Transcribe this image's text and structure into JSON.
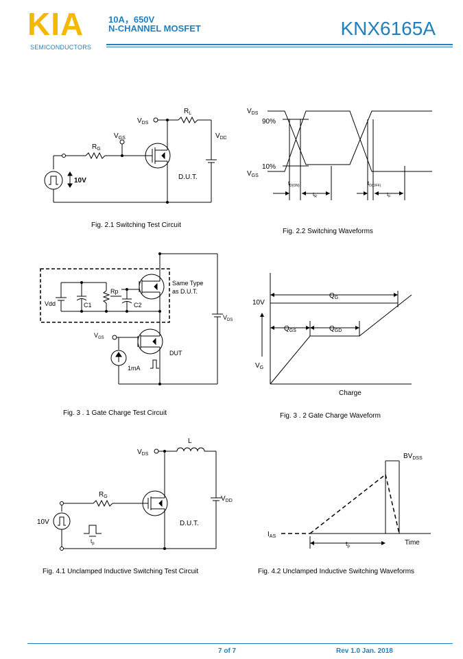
{
  "header": {
    "logo": "KIA",
    "logo_sub": "SEMICONDUCTORS",
    "line1": "10A，650V",
    "line2": "N-CHANNEL MOSFET",
    "part_number": "KNX6165A"
  },
  "figures": {
    "f21": {
      "caption": "Fig. 2.1 Switching Test Circuit",
      "vds": "V",
      "vds_sub": "DS",
      "rl": "R",
      "rl_sub": "L",
      "vdd": "V",
      "vdd_sub": "DD",
      "vgs": "V",
      "vgs_sub": "GS",
      "rg": "R",
      "rg_sub": "G",
      "v10": "10V",
      "dut": "D.U.T."
    },
    "f22": {
      "caption": "Fig. 2.2 Switching Waveforms",
      "vds": "V",
      "vds_sub": "DS",
      "p90": "90%",
      "p10": "10%",
      "vgs": "V",
      "vgs_sub": "GS",
      "tdon": "t",
      "tdon_sub": "D(ON)",
      "tr": "t",
      "tr_sub": "R",
      "tdoff": "t",
      "tdoff_sub": "D(OFF)",
      "tf": "t",
      "tf_sub": "F"
    },
    "f31": {
      "caption": "Fig. 3 . 1 Gate Charge Test Circuit",
      "vdd": "Vdd",
      "c1": "C1",
      "rp": "Rp",
      "c2": "C2",
      "same1": "Same Type",
      "same2": "as D.U.T.",
      "vds": "V",
      "vds_sub": "DS",
      "vgs": "V",
      "vgs_sub": "GS",
      "dut": "DUT",
      "ma": "1mA"
    },
    "f32": {
      "caption": "Fig. 3 . 2 Gate Charge Waveform",
      "v10": "10V",
      "qg": "Q",
      "qg_sub": "G",
      "qgs": "Q",
      "qgs_sub": "GS",
      "qgd": "Q",
      "qgd_sub": "GD",
      "vg": "V",
      "vg_sub": "G",
      "xlabel": "Charge"
    },
    "f41": {
      "caption": "Fig. 4.1 Unclamped Inductive Switching Test Circuit",
      "vds": "V",
      "vds_sub": "DS",
      "l": "L",
      "vdd": "V",
      "vdd_sub": "DD",
      "rg": "R",
      "rg_sub": "G",
      "v10": "10V",
      "dut": "D.U.T.",
      "tp": "t",
      "tp_sub": "p"
    },
    "f42": {
      "caption": "Fig. 4.2 Unclamped Inductive Switching Waveforms",
      "bv": "BV",
      "bv_sub": "DSS",
      "ias": "I",
      "ias_sub": "AS",
      "tp": "t",
      "tp_sub": "p",
      "time": "Time"
    }
  },
  "footer": {
    "page": "7 of 7",
    "rev": "Rev 1.0 Jan. 2018"
  },
  "colors": {
    "brand_blue": "#1f7fbf",
    "logo_yellow": "#f5b800"
  }
}
